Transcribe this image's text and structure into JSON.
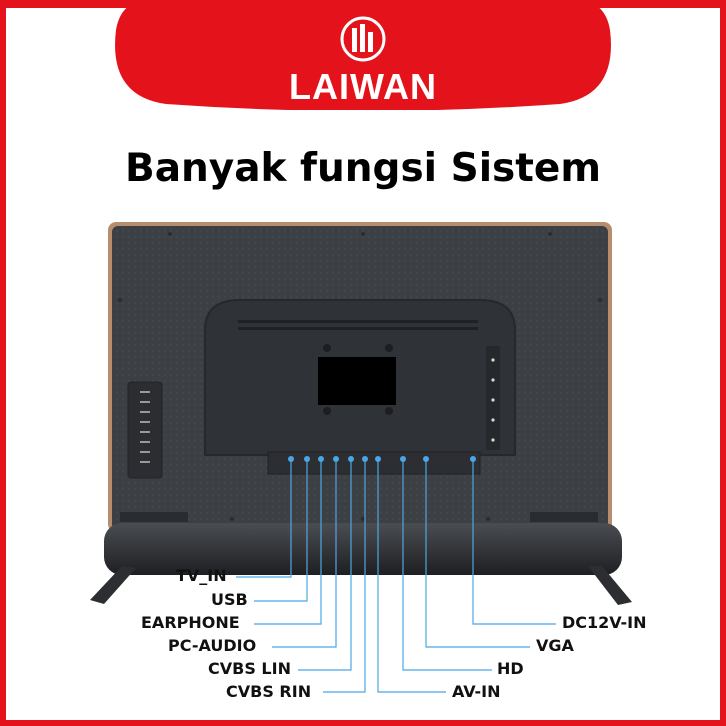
{
  "banner": {
    "brand": "LAIWAN",
    "color": "#e4131b"
  },
  "headline": "Banyak fungsi Sistem",
  "ports": {
    "left": [
      "TV_IN",
      "USB",
      "EARPHONE",
      "PC-AUDIO",
      "CVBS LIN",
      "CVBS RIN"
    ],
    "right": [
      "DC12V-IN",
      "VGA",
      "HD",
      "AV-IN"
    ]
  },
  "icons": {
    "logo": "laiwan-logo-icon"
  },
  "colors": {
    "accent": "#e4131b",
    "line": "#4aa6e6",
    "tv_body": "#3a3d42",
    "frame": "#b78d6e"
  }
}
